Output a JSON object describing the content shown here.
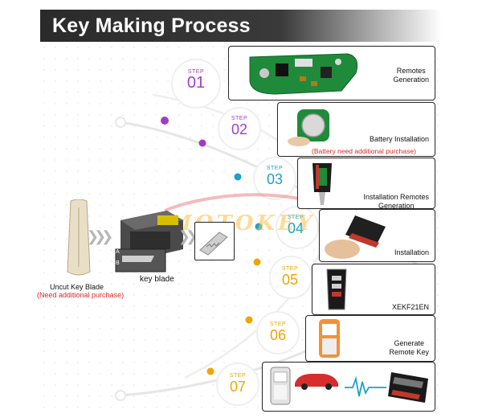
{
  "header": {
    "title": "Key Making Process"
  },
  "watermark": "MOTOKEY",
  "step_word": "STEP",
  "steps": [
    {
      "number": "01",
      "color": "#a13dc2",
      "label": "Remotes\nGeneration",
      "note": ""
    },
    {
      "number": "02",
      "color": "#a13dc2",
      "label": "Battery Installation",
      "note": "(Battery need additional purchase)"
    },
    {
      "number": "03",
      "color": "#1fa0c8",
      "label": "Installation Remotes\nGeneration",
      "note": ""
    },
    {
      "number": "04",
      "color": "#1fa0c8",
      "label": "Installation",
      "note": ""
    },
    {
      "number": "05",
      "color": "#f0a500",
      "label": "XEKF21EN",
      "note": ""
    },
    {
      "number": "06",
      "color": "#f0a500",
      "label": "Generate\nRemote Key",
      "note": ""
    },
    {
      "number": "07",
      "color": "#f0a500",
      "label": "",
      "note": ""
    }
  ],
  "left": {
    "uncut_label": "Uncut Key  Blade",
    "uncut_note": "(Need additional purchase)",
    "machine_label": "key blade",
    "machine_marks": [
      "A",
      "B"
    ]
  },
  "colors": {
    "accent_purple": "#a13dc2",
    "accent_blue": "#1fa0c8",
    "accent_orange": "#f0a500",
    "note_red": "#e52727"
  },
  "icons": [
    "pcb-board-icon",
    "coin-battery-icon",
    "flip-key-icon",
    "key-in-hand-icon",
    "smart-key-icon",
    "key-programmer-icon",
    "sports-car-icon",
    "signal-wave-icon",
    "uncut-key-blade-icon",
    "key-cutting-machine-icon",
    "cut-key-blade-icon",
    "arrows-icon"
  ]
}
